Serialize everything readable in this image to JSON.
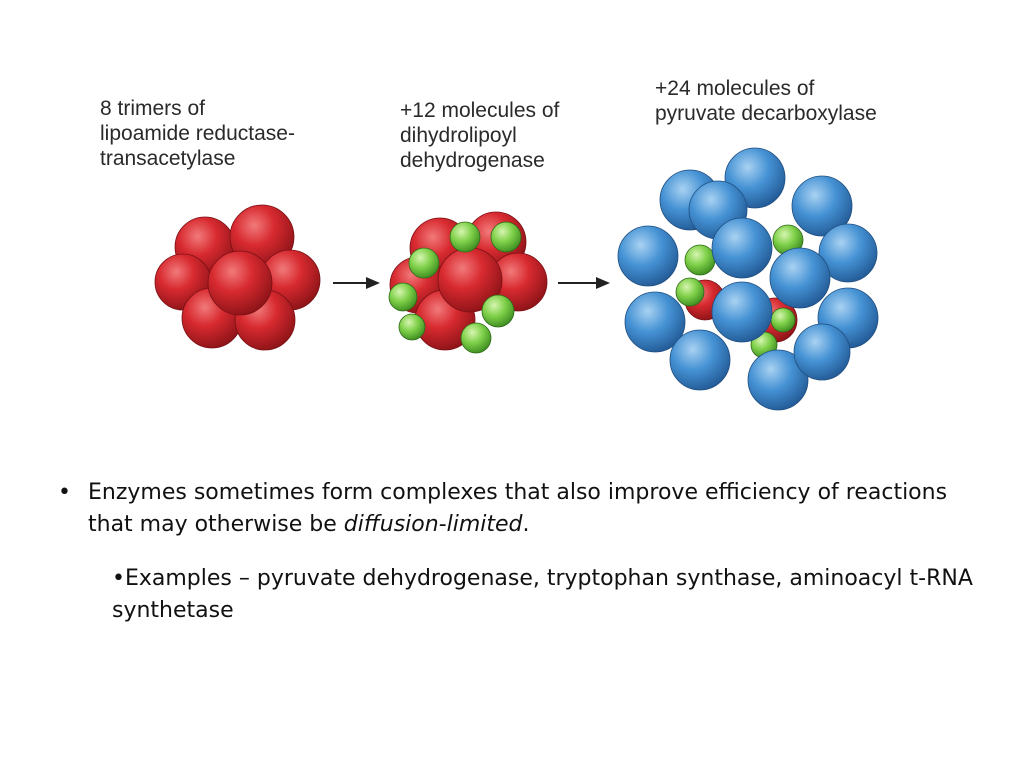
{
  "figure": {
    "stages": [
      {
        "lines": [
          "8 trimers of",
          "lipoamide reductase-",
          "transacetylase"
        ]
      },
      {
        "lines": [
          "+12 molecules of",
          "dihydrolipoyl",
          "dehydrogenase"
        ]
      },
      {
        "lines": [
          "+24 molecules of",
          "pyruvate decarboxylase"
        ]
      }
    ],
    "colors": {
      "core_red": "#d0252b",
      "middle_green": "#7ed04a",
      "outer_blue": "#3f8fd2"
    },
    "arrow_icon": "right-arrow"
  },
  "bullets": {
    "main_marker": "•",
    "main_text_lead": "Enzymes sometimes form complexes that also improve efficiency of reactions that may otherwise be ",
    "main_text_emphasis": "diffusion-limited",
    "main_text_end": ".",
    "sub_text": "•Examples – pyruvate dehydrogenase, tryptophan synthase, aminoacyl t-RNA synthetase"
  }
}
